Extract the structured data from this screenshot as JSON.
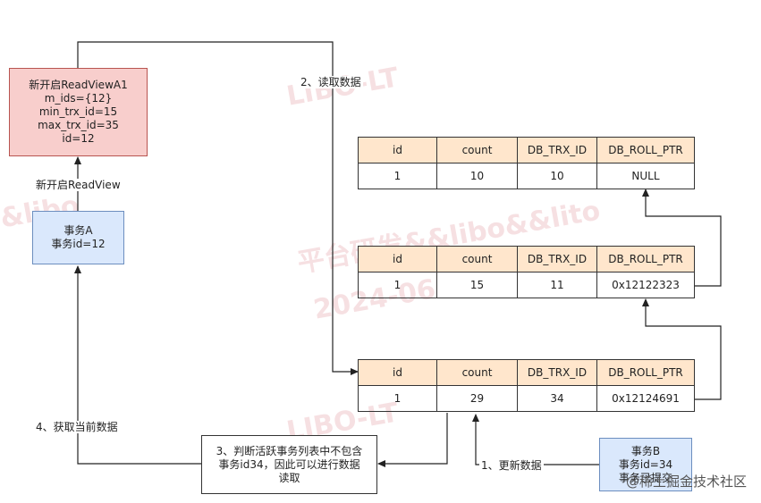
{
  "watermark_texts": [
    "LIBO-LT",
    "&libo",
    "平台研发&&libo&&lito",
    "2024-06",
    "LIBO-LT"
  ],
  "readview_box": {
    "lines": [
      "新开启ReadViewA1",
      "m_ids={12}",
      "min_trx_id=15",
      "max_trx_id=35",
      "id=12"
    ]
  },
  "txn_a_box": {
    "lines": [
      "事务A",
      "事务id=12"
    ]
  },
  "check_box": {
    "lines": [
      "3、判断活跃事务列表中不包含",
      "事务id34，因此可以进行数据",
      "读取"
    ]
  },
  "txn_b_box": {
    "lines": [
      "事务B",
      "事务id=34",
      "事务已提交"
    ]
  },
  "labels": {
    "read_data": "2、读取数据",
    "open_readview": "新开启ReadView",
    "get_current": "4、获取当前数据",
    "update_data": "1、更新数据"
  },
  "table_headers": [
    "id",
    "count",
    "DB_TRX_ID",
    "DB_ROLL_PTR"
  ],
  "tables": [
    {
      "row": [
        "1",
        "10",
        "10",
        "NULL"
      ]
    },
    {
      "row": [
        "1",
        "15",
        "11",
        "0x12122323"
      ]
    },
    {
      "row": [
        "1",
        "29",
        "34",
        "0x12124691"
      ]
    }
  ],
  "credit": "@稀土掘金技术社区",
  "colors": {
    "pink_fill": "#f8cecc",
    "blue_fill": "#dae8fc",
    "header_fill": "#ffe6cc"
  }
}
